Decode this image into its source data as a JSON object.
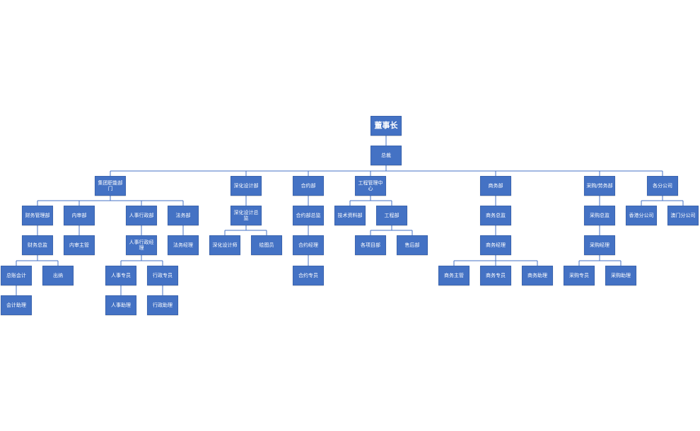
{
  "org_chart": {
    "colors": {
      "box": "#4472c4",
      "box_border": "#3a64b0",
      "text": "#ffffff",
      "line": "#4472c4"
    },
    "nodes": {
      "chairman": "董事长",
      "president": "总裁",
      "group_functions": "集团职能部门",
      "deep_design": "深化设计部",
      "contracts": "合约部",
      "engineering_center": "工程管理中心",
      "commerce": "商务部",
      "procurement": "采购/劳务部",
      "branches": "各分公司",
      "finance_mgmt": "财务管理部",
      "audit": "内审部",
      "hr_admin": "人事行政部",
      "legal": "法务部",
      "deep_design_director": "深化设计总监",
      "contracts_director": "合约部总监",
      "tech_docs": "技术资料部",
      "engineering": "工程部",
      "commerce_director": "商务总监",
      "procurement_director": "采购总监",
      "hongkong_branch": "香港分公司",
      "macau_branch": "澳门分公司",
      "finance_director": "财务总监",
      "audit_supervisor": "内审主管",
      "hr_admin_manager": "人事行政经理",
      "legal_manager": "法务经理",
      "deep_designer": "深化设计师",
      "drafter": "绘图员",
      "contracts_manager": "合约经理",
      "project_depts": "各项目部",
      "after_sales": "售后部",
      "commerce_manager": "商务经理",
      "procurement_manager": "采购经理",
      "chief_accountant": "总账会计",
      "cashier": "出纳",
      "hr_specialist": "人事专员",
      "admin_specialist": "行政专员",
      "contracts_specialist": "合约专员",
      "commerce_supervisor": "商务主管",
      "commerce_specialist": "商务专员",
      "commerce_assistant": "商务助理",
      "procurement_specialist": "采购专员",
      "procurement_assistant": "采购助理",
      "accounting_assistant": "会计助理",
      "hr_assistant": "人事助理",
      "admin_assistant": "行政助理"
    }
  }
}
